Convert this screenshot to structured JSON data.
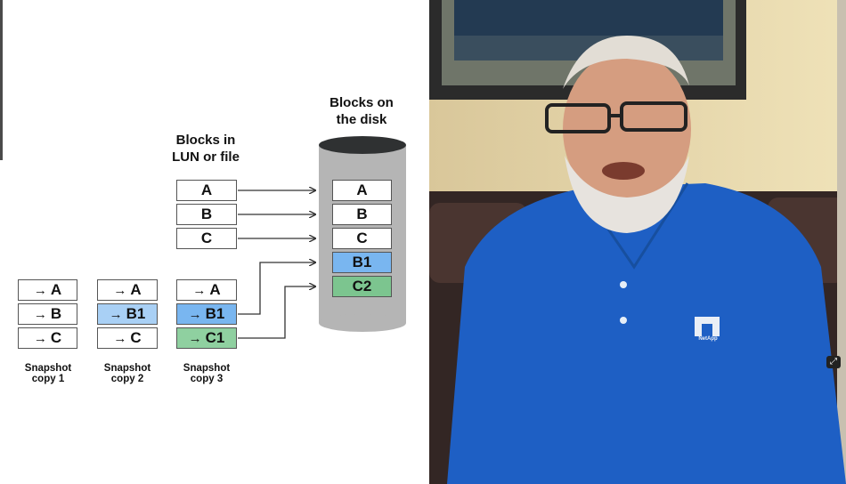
{
  "slide": {
    "header_disk": "Blocks on the disk",
    "header_lun": "Blocks in LUN or file",
    "lun_blocks": [
      "A",
      "B",
      "C"
    ],
    "disk_blocks": [
      {
        "label": "A",
        "style": "plain"
      },
      {
        "label": "B",
        "style": "plain"
      },
      {
        "label": "C",
        "style": "plain"
      },
      {
        "label": "B1",
        "style": "blue"
      },
      {
        "label": "C2",
        "style": "green"
      }
    ],
    "snapshots": [
      {
        "caption": "Snapshot copy 1",
        "cells": [
          {
            "label": "A",
            "style": "plain"
          },
          {
            "label": "B",
            "style": "plain"
          },
          {
            "label": "C",
            "style": "plain"
          }
        ]
      },
      {
        "caption": "Snapshot copy 2",
        "cells": [
          {
            "label": "A",
            "style": "plain"
          },
          {
            "label": "B1",
            "style": "blue"
          },
          {
            "label": "C",
            "style": "plain"
          }
        ]
      },
      {
        "caption": "Snapshot copy 3",
        "cells": [
          {
            "label": "A",
            "style": "plain"
          },
          {
            "label": "B1",
            "style": "blue-dark"
          },
          {
            "label": "C1",
            "style": "green"
          }
        ]
      }
    ],
    "arrow_glyph": "→"
  },
  "video": {
    "shirt_logo": "NetApp"
  },
  "colors": {
    "disk_gray": "#b5b5b5",
    "disk_top": "#2f3132",
    "block_blue": "#a9d0f5",
    "block_green": "#8fd0a0",
    "shirt": "#1e5fc4"
  },
  "icons": [
    "expand-icon"
  ]
}
